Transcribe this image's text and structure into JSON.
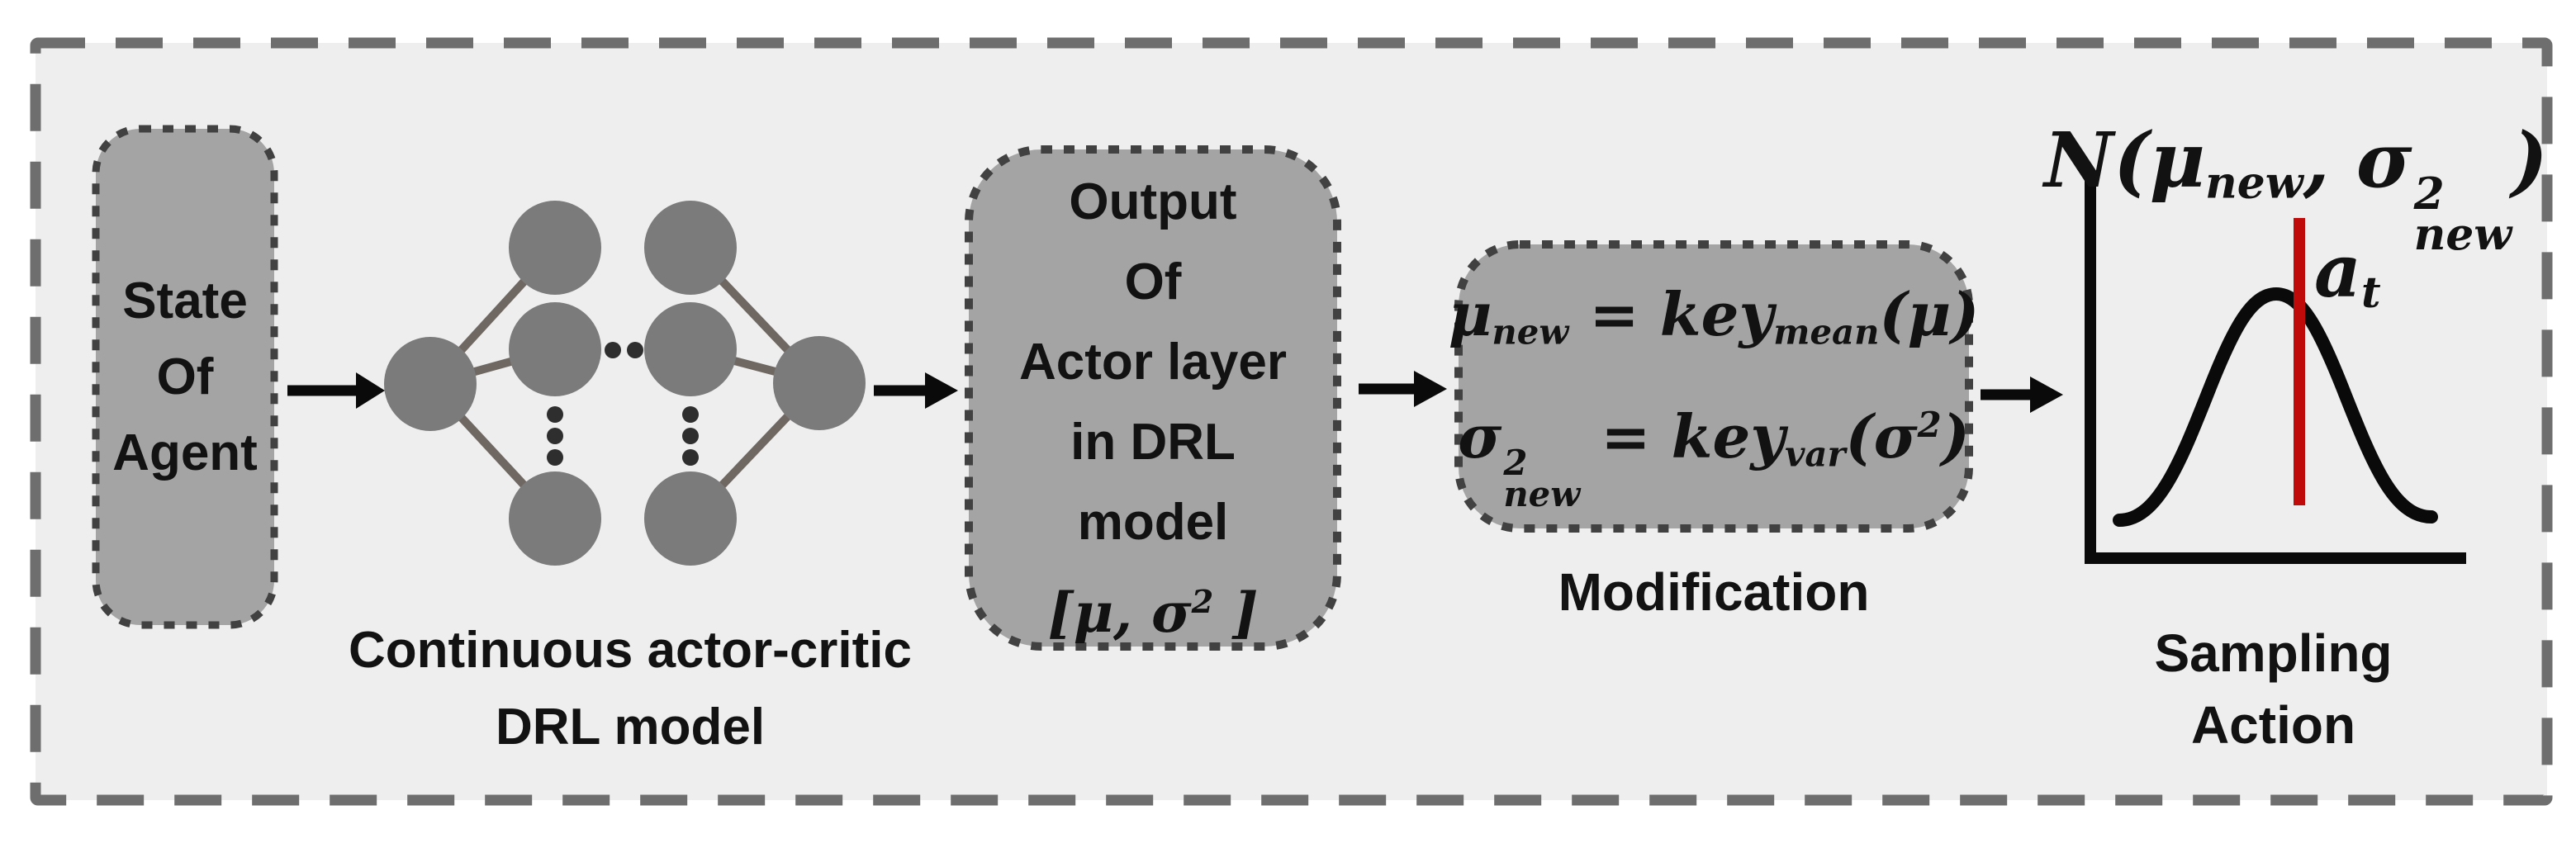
{
  "colors": {
    "panel_background": "#eeeeee",
    "panel_dash_border": "#6e6e6e",
    "box_fill": "#a5a4a4",
    "box_dot_border": "#414141",
    "node_fill": "#7b7b7b",
    "edge_line": "#6f6862",
    "arrow_black": "#0a0a0a",
    "curve_black": "#0a0a0a",
    "sample_line_red": "#c00b0b"
  },
  "state_box": {
    "line1": "State",
    "line2": "Of",
    "line3": "Agent"
  },
  "nn": {
    "caption_line1": "Continuous actor-critic",
    "caption_line2": "DRL model"
  },
  "output_box": {
    "line1": "Output",
    "line2": "Of",
    "line3": "Actor layer",
    "line4": "in DRL",
    "line5": "model",
    "math": {
      "open": "[",
      "mu": "μ",
      "comma": ", ",
      "sigma": "σ",
      "sigma_sup": "2",
      "close": " ]"
    }
  },
  "modification": {
    "eq1": {
      "lhs": "μ",
      "lhs_sub": "new",
      "equals": " = ",
      "fn": "key",
      "fn_sub": "mean",
      "open": "(",
      "arg": "μ",
      "close": ")"
    },
    "eq2": {
      "lhs": "σ",
      "lhs_sup": "2",
      "lhs_sub": "new",
      "equals": " = ",
      "fn": "key",
      "fn_sub": "var",
      "open": "(",
      "arg": "σ",
      "arg_sup": "2",
      "close": ")"
    },
    "caption": "Modification"
  },
  "plot": {
    "title": {
      "pre": "N(",
      "mu": "μ",
      "mu_sub": "new",
      "comma": ", ",
      "sigma": "σ",
      "sigma_sup": "2",
      "sigma_sub": "new",
      "post": ")"
    },
    "sample_point": {
      "base": "a",
      "sub": "t"
    },
    "caption_line1": "Sampling",
    "caption_line2": "Action"
  }
}
